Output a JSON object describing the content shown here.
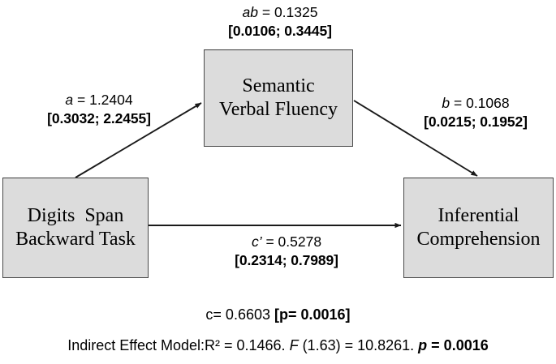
{
  "diagram": {
    "type": "mediation-model",
    "nodes": {
      "predictor": {
        "line1": "Digits  Span",
        "line2": "Backward Task"
      },
      "mediator": {
        "line1": "Semantic",
        "line2": "Verbal Fluency"
      },
      "outcome": {
        "line1": "Inferential",
        "line2": "Comprehension"
      }
    },
    "paths": {
      "ab": {
        "symbol": "ab",
        "coefficient": "= 0.1325",
        "ci": "[0.0106; 0.3445]"
      },
      "a": {
        "symbol": "a",
        "coefficient": "= 1.2404",
        "ci": "[0.3032; 2.2455]"
      },
      "b": {
        "symbol": "b",
        "coefficient": "= 0.1068",
        "ci": "[0.0215; 0.1952]"
      },
      "c_prime": {
        "symbol": "c’",
        "coefficient": "= 0.5278",
        "ci": "[0.2314; 0.7989]"
      }
    },
    "statistics": {
      "total_effect_prefix": "c= 0.6603 ",
      "total_effect_p": "[p= 0.0016]",
      "model_label": "Indirect Effect Model:R² = 0.1466. ",
      "model_f_symbol": "F",
      "model_f_value": " (1.63) = 10.8261. ",
      "model_p_symbol": "p",
      "model_p_value": " = 0.0016"
    },
    "colors": {
      "box_fill": "#dcdcdc",
      "box_border": "#4a4a4a",
      "text": "#000000",
      "arrow": "#1a1a1a",
      "background": "#ffffff"
    }
  }
}
